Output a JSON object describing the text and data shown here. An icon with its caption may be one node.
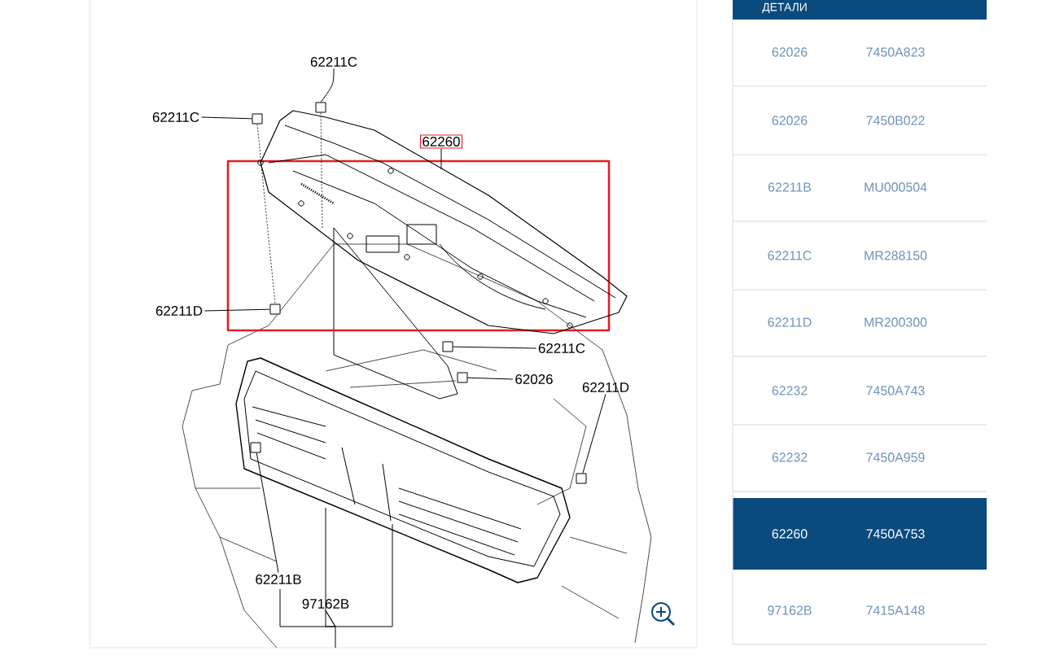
{
  "diagram": {
    "nodes": [
      {
        "text": [
          "62211C"
        ]
      },
      {
        "text": [
          "62211C"
        ]
      },
      {
        "text": [
          "62260"
        ]
      },
      {
        "text": [
          "62211D"
        ]
      },
      {
        "text": [
          "62211C"
        ]
      },
      {
        "text": [
          "62026"
        ]
      },
      {
        "text": [
          "62211D"
        ]
      },
      {
        "text": [
          "62211B"
        ]
      },
      {
        "text": [
          "97162B"
        ]
      },
      {
        "text": [],
        "shape": "box"
      },
      {
        "text": [],
        "shape": "box"
      },
      {
        "text": [],
        "shape": "box"
      },
      {
        "text": [],
        "shape": "box"
      },
      {
        "text": [],
        "shape": "box"
      },
      {
        "text": [],
        "shape": "box"
      },
      {
        "text": [],
        "shape": "box"
      },
      {
        "text": [],
        "shape": "picture"
      }
    ],
    "edges": [
      {
        "from": 0,
        "to": 10,
        "arrow": "none"
      },
      {
        "from": 1,
        "to": 9,
        "arrow": "none"
      },
      {
        "from": 2,
        "to": 16,
        "arrow": "none"
      },
      {
        "from": 3,
        "to": 11,
        "arrow": "none"
      },
      {
        "from": 4,
        "to": 12,
        "arrow": "none"
      },
      {
        "from": 5,
        "to": 13,
        "arrow": "none"
      },
      {
        "from": 6,
        "to": 15,
        "arrow": "none"
      },
      {
        "from": 7,
        "to": 14,
        "arrow": "none"
      },
      {
        "from": 8,
        "to": null,
        "arrow": "none"
      },
      {
        "from": 8,
        "to": null,
        "arrow": "none"
      },
      {
        "from": 9,
        "to": 11,
        "arrow": "none",
        "style": "dashed"
      },
      {
        "from": 10,
        "to": 16,
        "arrow": "none",
        "style": "dashed"
      }
    ],
    "labels": [
      "ДЕТАЛИ",
      "62026",
      "7450A823",
      "62026",
      "7450B022",
      "62211B",
      "MU000504",
      "62211C",
      "MR288150",
      "62211D",
      "MR200300",
      "62232",
      "7450A743",
      "62232",
      "7450A959",
      "62260",
      "7450A753",
      "97162B",
      "7415A148"
    ]
  }
}
